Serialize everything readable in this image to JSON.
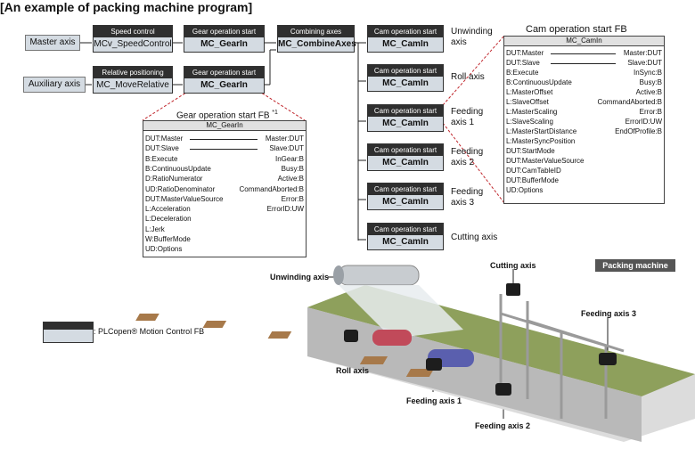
{
  "heading": "[An example of packing machine program]",
  "axes": {
    "master": "Master axis",
    "auxiliary": "Auxiliary axis"
  },
  "blocks": {
    "speed": {
      "header": "Speed control",
      "name": "MCv_SpeedControl"
    },
    "gear1": {
      "header": "Gear operation start",
      "name": "MC_GearIn"
    },
    "combine": {
      "header": "Combining axes",
      "name": "MC_CombineAxes"
    },
    "relpos": {
      "header": "Relative positioning",
      "name": "MC_MoveRelative"
    },
    "gear2": {
      "header": "Gear operation start",
      "name": "MC_GearIn"
    },
    "cam": {
      "header": "Cam operation start",
      "name": "MC_CamIn"
    }
  },
  "cam_labels": {
    "unwinding": [
      "Unwinding",
      "axis"
    ],
    "roll": "Roll axis",
    "feeding1": [
      "Feeding",
      "axis 1"
    ],
    "feeding2": [
      "Feeding",
      "axis 2"
    ],
    "feeding3": [
      "Feeding",
      "axis 3"
    ],
    "cutting": "Cutting axis"
  },
  "gear_fb": {
    "title": "Gear operation start FB",
    "footnote": "*1",
    "name": "MC_GearIn",
    "inputs": [
      "DUT:Master",
      "DUT:Slave",
      "B:Execute",
      "B:ContinuousUpdate",
      "D:RatioNumerator",
      "UD:RatioDenominator",
      "DUT:MasterValueSource",
      "L:Acceleration",
      "L:Deceleration",
      "L:Jerk",
      "W:BufferMode",
      "UD:Options"
    ],
    "outputs": [
      "Master:DUT",
      "Slave:DUT",
      "InGear:B",
      "Busy:B",
      "Active:B",
      "CommandAborted:B",
      "Error:B",
      "ErrorID:UW"
    ]
  },
  "cam_fb": {
    "title": "Cam operation start FB",
    "name": "MC_CamIn",
    "inputs": [
      "DUT:Master",
      "DUT:Slave",
      "B:Execute",
      "B:ContinuousUpdate",
      "L:MasterOffset",
      "L:SlaveOffset",
      "L:MasterScaling",
      "L:SlaveScaling",
      "L:MasterStartDistance",
      "L:MasterSyncPosition",
      "DUT:StartMode",
      "DUT:MasterValueSource",
      "DUT:CamTableID",
      "DUT:BufferMode",
      "UD:Options"
    ],
    "outputs": [
      "Master:DUT",
      "Slave:DUT",
      "InSync:B",
      "Busy:B",
      "Active:B",
      "CommandAborted:B",
      "Error:B",
      "ErrorID:UW",
      "EndOfProfile:B"
    ]
  },
  "machine": {
    "badge": "Packing machine",
    "labels": {
      "unwinding": "Unwinding axis",
      "cutting": "Cutting axis",
      "feeding3": "Feeding axis 3",
      "roll": "Roll axis",
      "feeding1": "Feeding axis 1",
      "feeding2": "Feeding axis 2"
    }
  },
  "legend": {
    "text": ": PLCopen® Motion Control  FB"
  },
  "colors": {
    "header_dark": "#2f2f2f",
    "block_fill": "#d4dbe2",
    "dashed_red": "#c0262c",
    "belt_green": "#6a8a43"
  }
}
